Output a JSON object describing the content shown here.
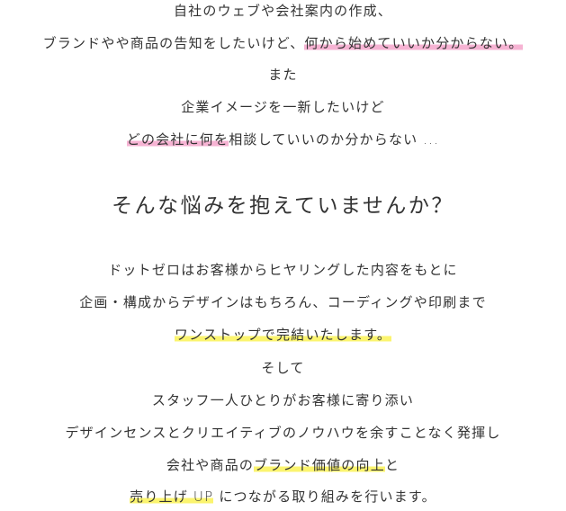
{
  "intro": {
    "line1": "自社のウェブや会社案内の作成、",
    "line2_plain": "ブランドやや商品の告知をしたいけど、",
    "line2_highlight": "何から始めていいか分からない。",
    "line3": "また",
    "line4": "企業イメージを一新したいけど",
    "line5_highlight": "どの会社に何を",
    "line5_plain": "相談していいのか分からない ...",
    "highlight_color": "#f6b3d3"
  },
  "heading": "そんな悩みを抱えていませんか？",
  "body": {
    "line1": "ドットゼロはお客様からヒヤリングした内容をもとに",
    "line2": "企画・構成からデザインはもちろん、コーディングや印刷まで",
    "line3_highlight": "ワンストップで完結いたします。",
    "line4": "そして",
    "line5": "スタッフ一人ひとりがお客様に寄り添い",
    "line6": "デザインセンスとクリエイティブのノウハウを余すことなく発揮し",
    "line7_plain": "会社や商品の",
    "line7_highlight": "ブランド価値の向上",
    "line7_end": "と",
    "line8_highlight": "売り上げ UP",
    "line8_plain": " につながる取り組みを行います。",
    "highlight_color": "#fbf46f"
  }
}
